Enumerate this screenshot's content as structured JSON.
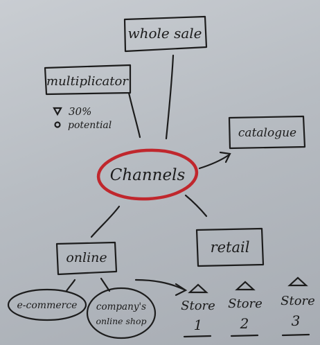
{
  "diagram": {
    "center": "Channels",
    "wholesale": "whole sale",
    "multiplicator": "multiplicator",
    "note_line1": "30%",
    "note_line2": "potential",
    "catalogue": "catalogue",
    "retail": "retail",
    "online": "online",
    "ecommerce": "e-commerce",
    "company_shop_line1": "company's",
    "company_shop_line2": "online shop",
    "stores": [
      {
        "label": "Store",
        "number": "1"
      },
      {
        "label": "Store",
        "number": "2"
      },
      {
        "label": "Store",
        "number": "3"
      }
    ],
    "colors": {
      "ink": "#1c1c1c",
      "accent": "#c0272d",
      "board": "#b7bcc2"
    }
  }
}
